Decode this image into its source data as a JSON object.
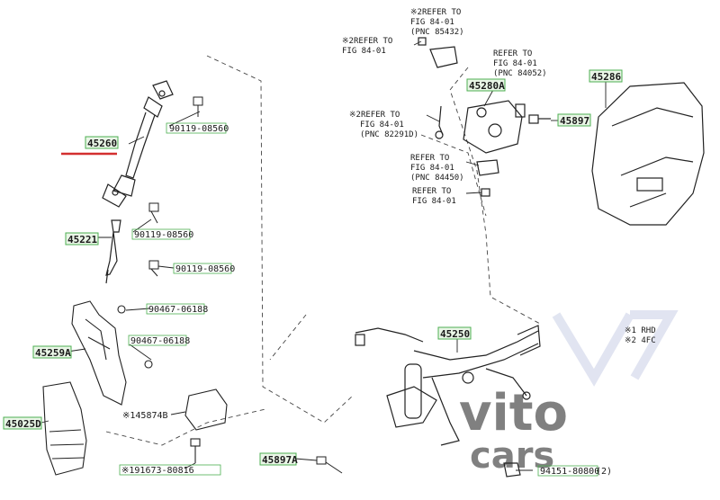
{
  "parts": {
    "p45260": "45260",
    "p90119a": "90119-08560",
    "p90119b": "90119-08560",
    "p90119c": "90119-08560",
    "p45221": "45221",
    "p90467a": "90467-06188",
    "p90467b": "90467-06188",
    "p45259a": "45259A",
    "p45025d": "45025D",
    "p145874b": "※145874B",
    "p191673": "※191673-80816",
    "p45897a": "45897A",
    "p45250": "45250",
    "p94151": "94151-80800",
    "p94151qty": "(2)",
    "p45280a": "45280A",
    "p45897": "45897",
    "p45286": "45286"
  },
  "refs": {
    "r1": {
      "l1": "※2REFER TO",
      "l2": "FIG 84-01",
      "l3": "(PNC 85432)"
    },
    "r2": {
      "l1": "※2REFER TO",
      "l2": "FIG 84-01"
    },
    "r3": {
      "l1": "REFER TO",
      "l2": "FIG 84-01",
      "l3": "(PNC 84052)"
    },
    "r4": {
      "l1": "※2REFER TO",
      "l2": "FIG 84-01",
      "l3": "(PNC 82291D)"
    },
    "r5": {
      "l1": "REFER TO",
      "l2": "FIG 84-01",
      "l3": "(PNC 84450)"
    },
    "r6": {
      "l1": "REFER TO",
      "l2": "FIG 84-01"
    }
  },
  "notes": {
    "n1": "※1 RHD",
    "n2": "※2 4FC"
  },
  "watermark": {
    "line1": "vito",
    "line2": "cars",
    "color": "#9ec79a"
  },
  "colors": {
    "highlight": "#4caf50",
    "arrow": "#d32f2f",
    "line": "#222222"
  }
}
